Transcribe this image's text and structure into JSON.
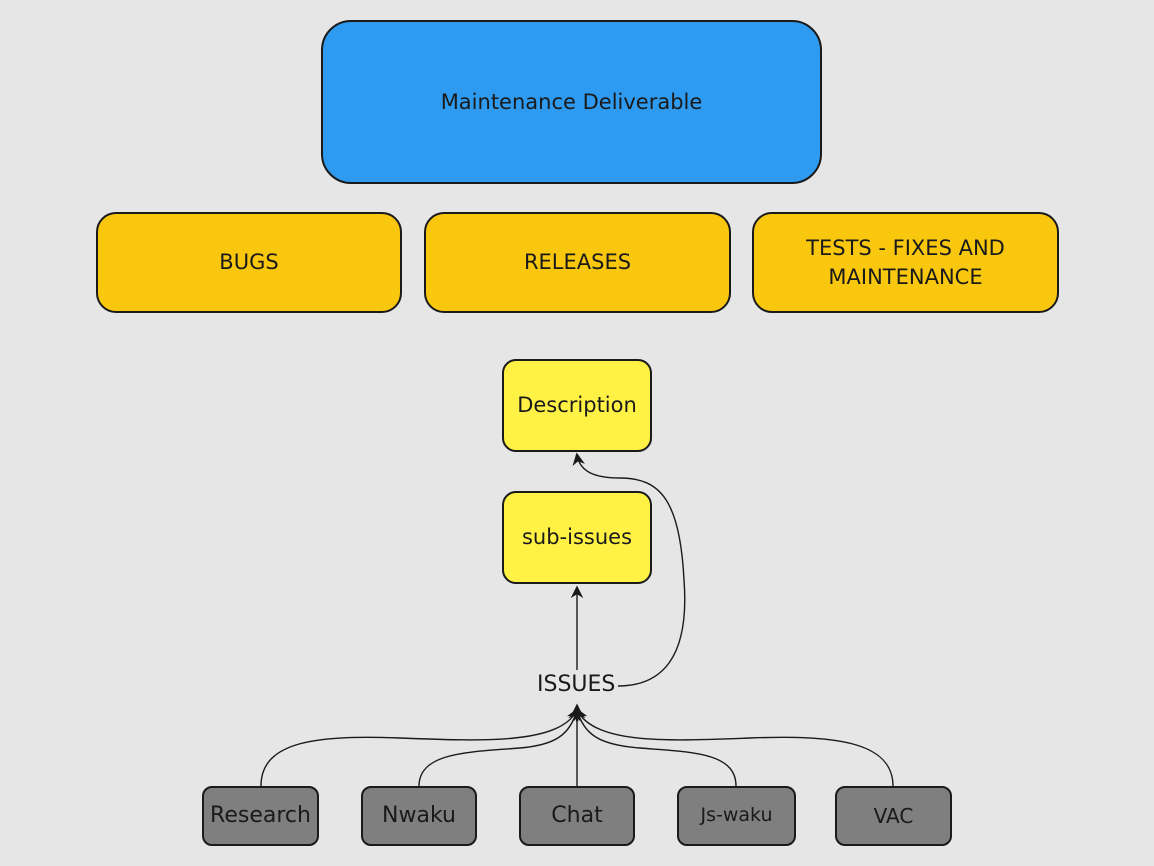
{
  "diagram": {
    "root": "Maintenance Deliverable",
    "categories": [
      "BUGS",
      "RELEASES",
      "TESTS - FIXES AND MAINTENANCE"
    ],
    "description": "Description",
    "sub_issues": "sub-issues",
    "issues": "ISSUES",
    "sources": [
      "Research",
      "Nwaku",
      "Chat",
      "Js-waku",
      "VAC"
    ]
  },
  "colors": {
    "background": "#e6e6e6",
    "root": "#2e9bf0",
    "category": "#f9c80e",
    "issue_detail": "#fff245",
    "source": "#7f7f7f",
    "stroke": "#1a1a1a"
  }
}
